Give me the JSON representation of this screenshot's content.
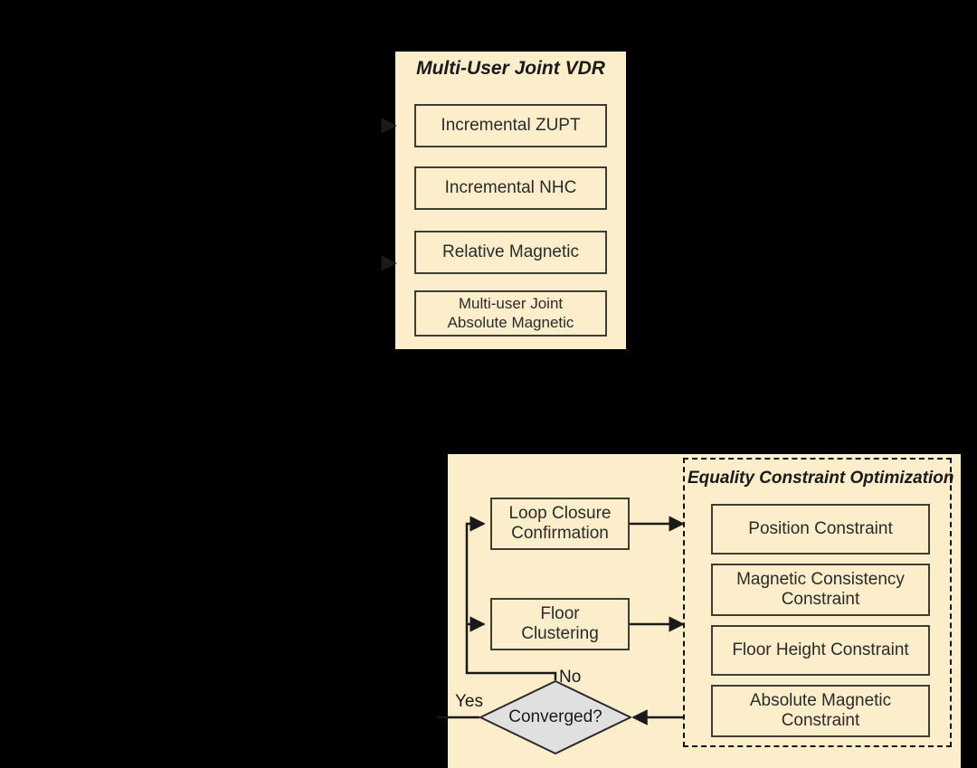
{
  "figure": {
    "background_color": "#000000",
    "panel_color": "#FCEDCB",
    "border_color": "#3d3d33",
    "diamond_fill": "#E0E0E0"
  },
  "top_panel": {
    "title": "Multi-User Joint VDR",
    "boxes": [
      {
        "label": "Incremental ZUPT"
      },
      {
        "label": "Incremental NHC"
      },
      {
        "label": "Relative Magnetic"
      },
      {
        "label": "Multi-user Joint\nAbsolute Magnetic"
      }
    ]
  },
  "bottom_panel": {
    "left_boxes": [
      {
        "label": "Loop Closure\nConfirmation"
      },
      {
        "label": "Floor\nClustering"
      }
    ],
    "decision": {
      "label": "Converged?",
      "yes_label": "Yes",
      "no_label": "No"
    },
    "group": {
      "title": "Equality Constraint Optimization",
      "boxes": [
        {
          "label": "Position Constraint"
        },
        {
          "label": "Magnetic Consistency\nConstraint"
        },
        {
          "label": "Floor Height Constraint"
        },
        {
          "label": "Absolute Magnetic\nConstraint"
        }
      ]
    }
  }
}
